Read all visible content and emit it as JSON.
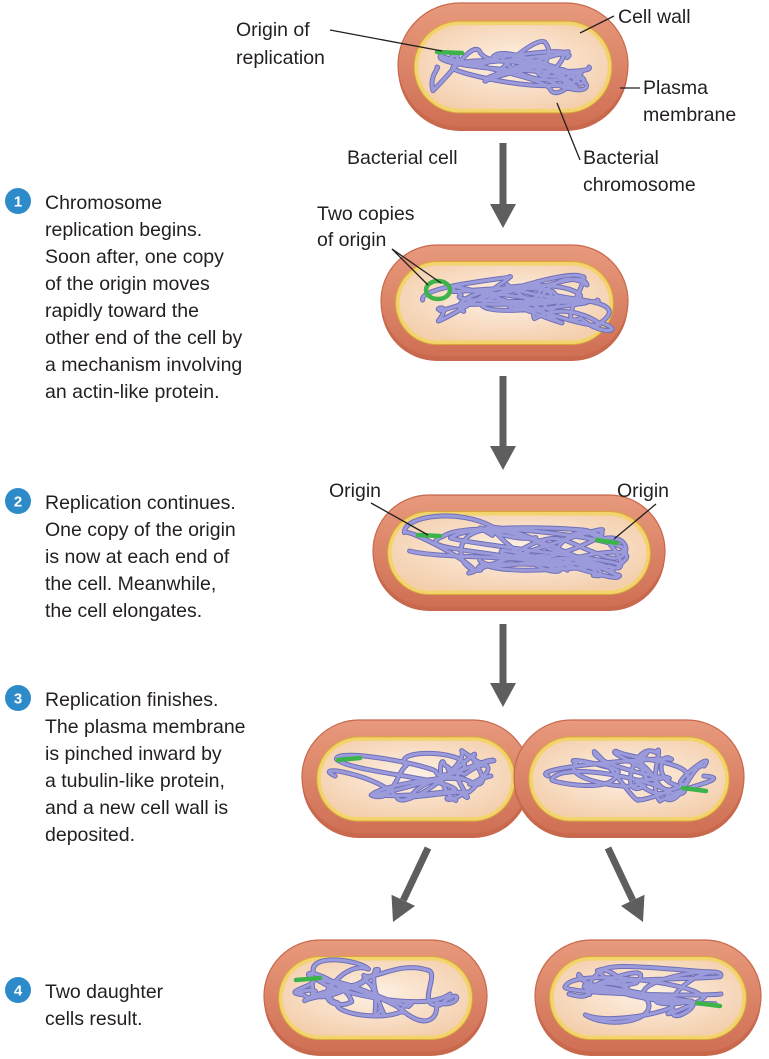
{
  "labels": {
    "origin_of_replication": [
      "Origin of",
      "replication"
    ],
    "cell_wall": "Cell wall",
    "plasma_membrane": [
      "Plasma",
      "membrane"
    ],
    "bacterial_cell": "Bacterial cell",
    "bacterial_chromosome": [
      "Bacterial",
      "chromosome"
    ],
    "two_copies_of_origin": [
      "Two copies",
      "of origin"
    ],
    "origin_left": "Origin",
    "origin_right": "Origin"
  },
  "steps": [
    {
      "number": "1",
      "lines": [
        "Chromosome",
        "replication begins.",
        "Soon after, one copy",
        "of the origin moves",
        "rapidly toward the",
        "other end of the cell by",
        "a mechanism involving",
        "an actin-like protein."
      ]
    },
    {
      "number": "2",
      "lines": [
        "Replication continues.",
        "One copy of the origin",
        "is now at each end of",
        "the cell. Meanwhile,",
        "the cell elongates."
      ]
    },
    {
      "number": "3",
      "lines": [
        "Replication finishes.",
        "The plasma membrane",
        "is pinched inward by",
        "a tubulin-like protein,",
        "and a new cell wall is",
        "deposited."
      ]
    },
    {
      "number": "4",
      "lines": [
        "Two daughter",
        "cells result."
      ]
    }
  ],
  "colors": {
    "cell_wall": "#e0876a",
    "cell_wall_edge": "#c8684d",
    "plasma_membrane": "#f3d36b",
    "cytoplasm": "#f8dcc4",
    "chromosome": "#9b9bdc",
    "chromosome_edge": "#6f6fb8",
    "origin": "#3cb44a",
    "arrow": "#5e5e5e",
    "step_badge": "#2e8bc9"
  }
}
